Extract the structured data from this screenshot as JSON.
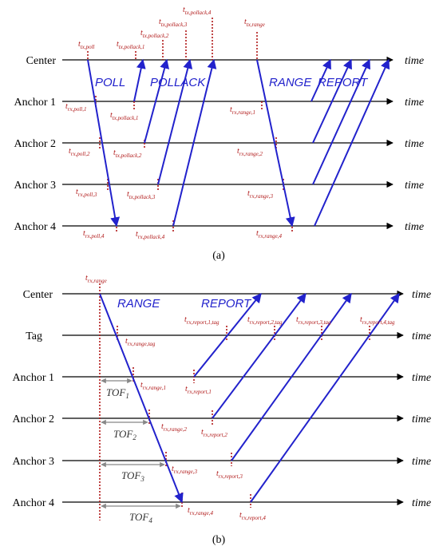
{
  "time_label": "time",
  "panel_a": {
    "caption": "(a)",
    "lanes": [
      "Center",
      "Anchor 1",
      "Anchor 2",
      "Anchor 3",
      "Anchor 4"
    ],
    "messages": [
      "POLL",
      "POLLACK",
      "RANGE",
      "REPORT"
    ],
    "events": [
      {
        "t": "t",
        "sub": "tx,poll"
      },
      {
        "t": "t",
        "sub": "tx,pollack,1"
      },
      {
        "t": "t",
        "sub": "tx,pollack,2"
      },
      {
        "t": "t",
        "sub": "tx,pollack,3"
      },
      {
        "t": "t",
        "sub": "tx,pollack,4"
      },
      {
        "t": "t",
        "sub": "tx,range"
      },
      {
        "t": "t",
        "sub": "rx,poll,1"
      },
      {
        "t": "t",
        "sub": "tx,pollack,1"
      },
      {
        "t": "t",
        "sub": "rx,range,1"
      },
      {
        "t": "t",
        "sub": "rx,poll,2"
      },
      {
        "t": "t",
        "sub": "tx,pollack,2"
      },
      {
        "t": "t",
        "sub": "rx,range,2"
      },
      {
        "t": "t",
        "sub": "rx,poll,3"
      },
      {
        "t": "t",
        "sub": "tx,pollack,3"
      },
      {
        "t": "t",
        "sub": "rx,range,3"
      },
      {
        "t": "t",
        "sub": "rx,poll,4"
      },
      {
        "t": "t",
        "sub": "rx,pollack,4"
      },
      {
        "t": "t",
        "sub": "rx,range,4"
      }
    ]
  },
  "panel_b": {
    "caption": "(b)",
    "lanes": [
      "Center",
      "Tag",
      "Anchor 1",
      "Anchor 2",
      "Anchor 3",
      "Anchor 4"
    ],
    "messages": [
      "RANGE",
      "REPORT"
    ],
    "tof": [
      {
        "t": "TOF",
        "sub": "1"
      },
      {
        "t": "TOF",
        "sub": "2"
      },
      {
        "t": "TOF",
        "sub": "3"
      },
      {
        "t": "TOF",
        "sub": "4"
      }
    ],
    "events": [
      {
        "t": "t",
        "sub": "rx,range"
      },
      {
        "t": "t",
        "sub": "rx,range,tag"
      },
      {
        "t": "t",
        "sub": "rx,report,1,tag"
      },
      {
        "t": "t",
        "sub": "rx,report,2,tag"
      },
      {
        "t": "t",
        "sub": "rx,report,3,tag"
      },
      {
        "t": "t",
        "sub": "rx,report,4,tag"
      },
      {
        "t": "t",
        "sub": "rx,range,1"
      },
      {
        "t": "t",
        "sub": "rx,report,1"
      },
      {
        "t": "t",
        "sub": "rx,range,2"
      },
      {
        "t": "t",
        "sub": "rx,report,2"
      },
      {
        "t": "t",
        "sub": "rx,range,3"
      },
      {
        "t": "t",
        "sub": "rx,report,3"
      },
      {
        "t": "t",
        "sub": "rx,range,4"
      },
      {
        "t": "t",
        "sub": "rx,report,4"
      }
    ]
  },
  "colors": {
    "signal": "#2222cc",
    "marker": "#b01818",
    "tof_arrow": "#888888",
    "axis": "#000000"
  }
}
